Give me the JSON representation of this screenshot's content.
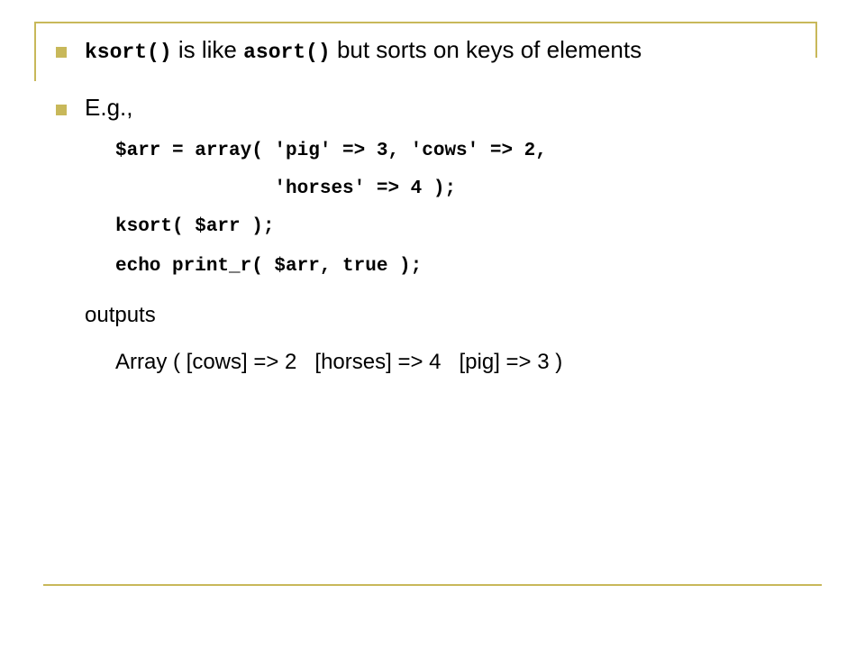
{
  "bullet1": {
    "code1": "ksort()",
    "text1": " is like ",
    "code2": "asort()",
    "text2": " but sorts on keys of elements"
  },
  "bullet2": {
    "label": "E.g.,"
  },
  "code_lines": [
    "$arr = array( 'pig' => 3, 'cows' => 2,",
    "              'horses' => 4 );",
    "ksort( $arr );",
    "echo print_r( $arr, true );"
  ],
  "outputs_label": "outputs",
  "output_line": "Array ( [cows] => 2   [horses] => 4   [pig] => 3 )",
  "colors": {
    "accent": "#c8b85a"
  }
}
